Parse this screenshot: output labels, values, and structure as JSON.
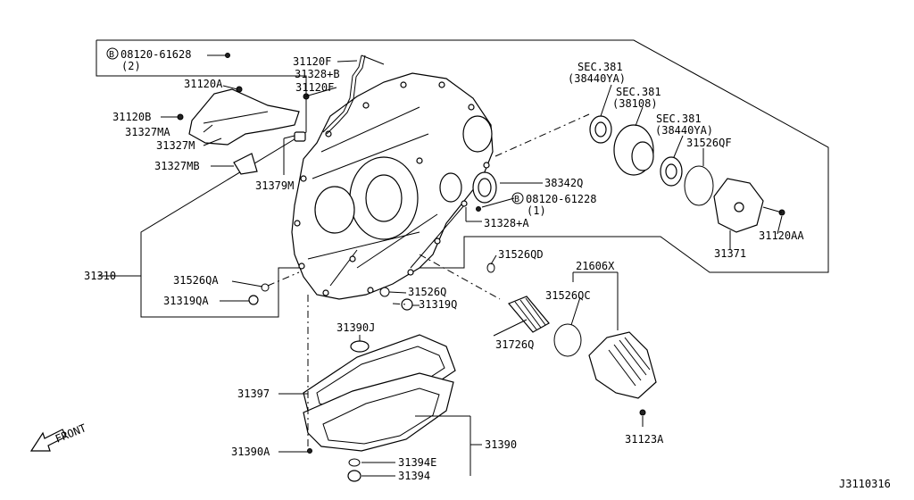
{
  "diagram_id": "J3110316",
  "front_label": "FRONT",
  "bolt_symbol": "B",
  "labels": {
    "bolt_08120_61628": "08120-61628",
    "qty_2": "(2)",
    "p31120A": "31120A",
    "p31120B": "31120B",
    "p31327MA": "31327MA",
    "p31327M": "31327M",
    "p31327MB": "31327MB",
    "p31379M": "31379M",
    "p31120F_top": "31120F",
    "p31328B": "31328+B",
    "p31120F_bottom": "31120F",
    "sec381_a": "SEC.381",
    "sec381_a_ref": "(38440YA)",
    "sec381_b": "SEC.381",
    "sec381_b_ref": "(38108)",
    "sec381_c": "SEC.381",
    "sec381_c_ref": "(38440YA)",
    "p31526QF": "31526QF",
    "p38342Q": "38342Q",
    "bolt_08120_61228": "08120-61228",
    "qty_1": "(1)",
    "p31328A": "31328+A",
    "p31120AA": "31120AA",
    "p31371": "31371",
    "p31310": "31310",
    "p31526QA": "31526QA",
    "p31319QA": "31319QA",
    "p31526QD": "31526QD",
    "p21606X": "21606X",
    "p31526QC": "31526QC",
    "p31526Q": "31526Q",
    "p31319Q": "31319Q",
    "p31726Q": "31726Q",
    "p31390J": "31390J",
    "p31397": "31397",
    "p31390A": "31390A",
    "p31390": "31390",
    "p31394E": "31394E",
    "p31394": "31394",
    "p31123A": "31123A"
  }
}
